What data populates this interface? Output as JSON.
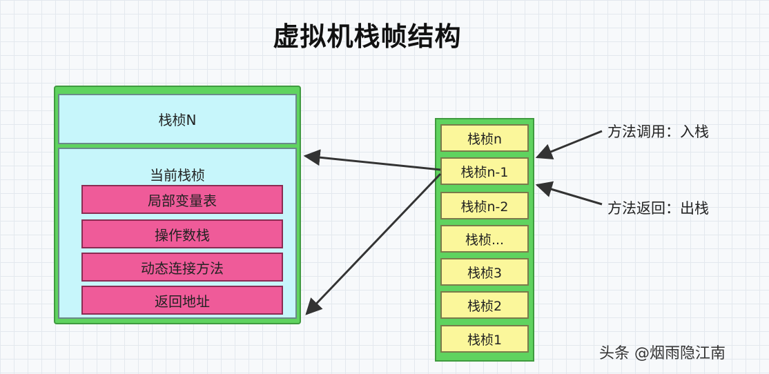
{
  "title": "虚拟机栈帧结构",
  "frame_detail": {
    "top_frame_label": "栈桢N",
    "current_frame_label": "当前栈桢",
    "parts": [
      "局部变量表",
      "操作数栈",
      "动态连接方法",
      "返回地址"
    ]
  },
  "stack": {
    "items": [
      "栈桢n",
      "栈桢n-1",
      "栈桢n-2",
      "栈桢...",
      "栈桢3",
      "栈桢2",
      "栈桢1"
    ]
  },
  "annotations": {
    "call_push": "方法调用：入栈",
    "return_pop": "方法返回：出栈"
  },
  "watermark": "头条 @烟雨隐江南",
  "colors": {
    "outer_green": "#5fd35f",
    "frame_cyan": "#c7f6fb",
    "part_pink": "#ef5b99",
    "stack_yellow": "#fbf79b"
  }
}
